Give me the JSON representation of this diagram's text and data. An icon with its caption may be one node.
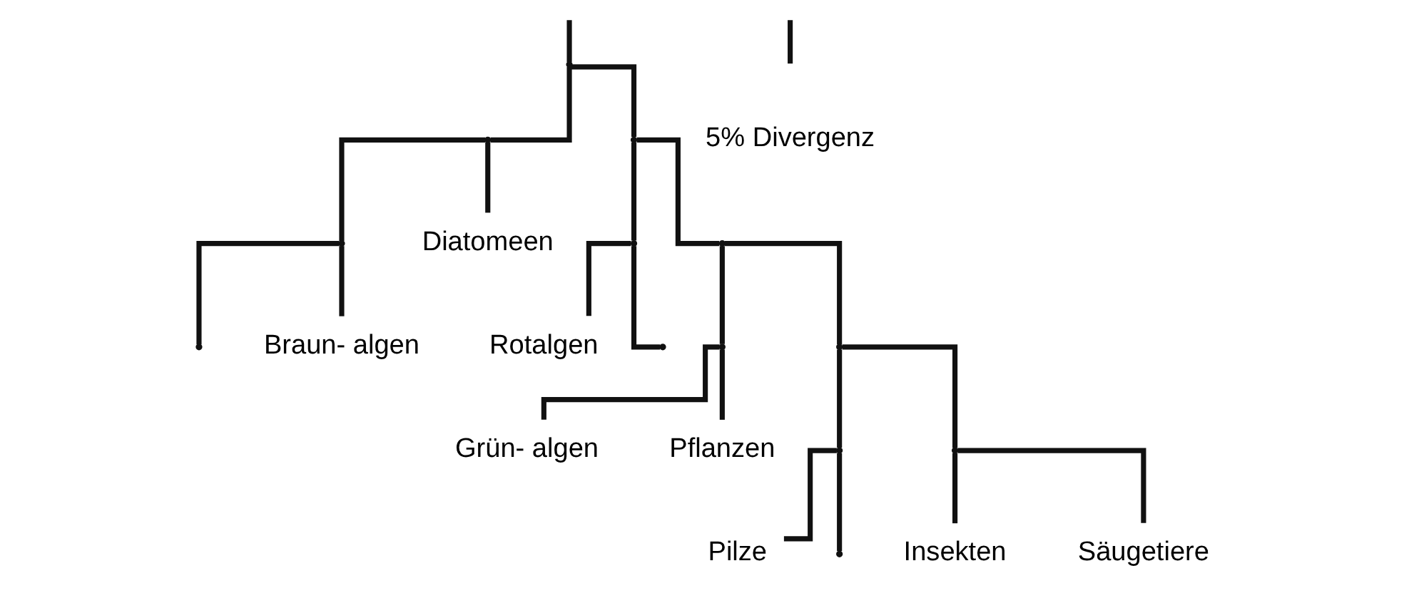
{
  "diagram": {
    "nodes": [
      {
        "text": [],
        "shape": "point"
      },
      {
        "text": [],
        "shape": "point"
      },
      {
        "text": [],
        "shape": "point"
      },
      {
        "text": [],
        "shape": "point"
      },
      {
        "text": [],
        "shape": "point"
      },
      {
        "text": [],
        "shape": "point"
      },
      {
        "text": [],
        "shape": "point"
      },
      {
        "text": [],
        "shape": "point"
      },
      {
        "text": [],
        "shape": "point"
      },
      {
        "text": [],
        "shape": "point"
      },
      {
        "text": [
          "Diatomeen"
        ]
      },
      {
        "text": [],
        "shape": "point"
      },
      {
        "text": [
          "Braun- algen"
        ]
      },
      {
        "text": [
          "Rotalgen"
        ]
      },
      {
        "text": [],
        "shape": "point"
      },
      {
        "text": [
          "Grün- algen"
        ]
      },
      {
        "text": [
          "Pflanzen"
        ]
      },
      {
        "text": [
          "Pilze"
        ]
      },
      {
        "text": [],
        "shape": "point"
      },
      {
        "text": [
          "Insekten"
        ]
      },
      {
        "text": [
          "Säugetiere"
        ]
      }
    ],
    "edges": [
      {
        "from": null,
        "to": 0,
        "arrow": "none"
      },
      {
        "from": 0,
        "to": 1,
        "arrow": "none"
      },
      {
        "from": 0,
        "to": 2,
        "arrow": "none"
      },
      {
        "from": 1,
        "to": 10,
        "arrow": "none"
      },
      {
        "from": 1,
        "to": 3,
        "arrow": "none"
      },
      {
        "from": 3,
        "to": 11,
        "arrow": "none"
      },
      {
        "from": 3,
        "to": 12,
        "arrow": "none"
      },
      {
        "from": 2,
        "to": 4,
        "arrow": "none"
      },
      {
        "from": 2,
        "to": 5,
        "arrow": "none"
      },
      {
        "from": 4,
        "to": 13,
        "arrow": "none"
      },
      {
        "from": 4,
        "to": 14,
        "arrow": "none"
      },
      {
        "from": 5,
        "to": 6,
        "arrow": "none"
      },
      {
        "from": 5,
        "to": 7,
        "arrow": "none"
      },
      {
        "from": 6,
        "to": 15,
        "arrow": "none"
      },
      {
        "from": 6,
        "to": 16,
        "arrow": "none"
      },
      {
        "from": 7,
        "to": 8,
        "arrow": "none"
      },
      {
        "from": 7,
        "to": 9,
        "arrow": "none"
      },
      {
        "from": 8,
        "to": 17,
        "arrow": "none"
      },
      {
        "from": 8,
        "to": 18,
        "arrow": "none"
      },
      {
        "from": 9,
        "to": 19,
        "arrow": "none"
      },
      {
        "from": 9,
        "to": 20,
        "arrow": "none"
      }
    ],
    "labels": [
      "5% Divergenz"
    ]
  }
}
